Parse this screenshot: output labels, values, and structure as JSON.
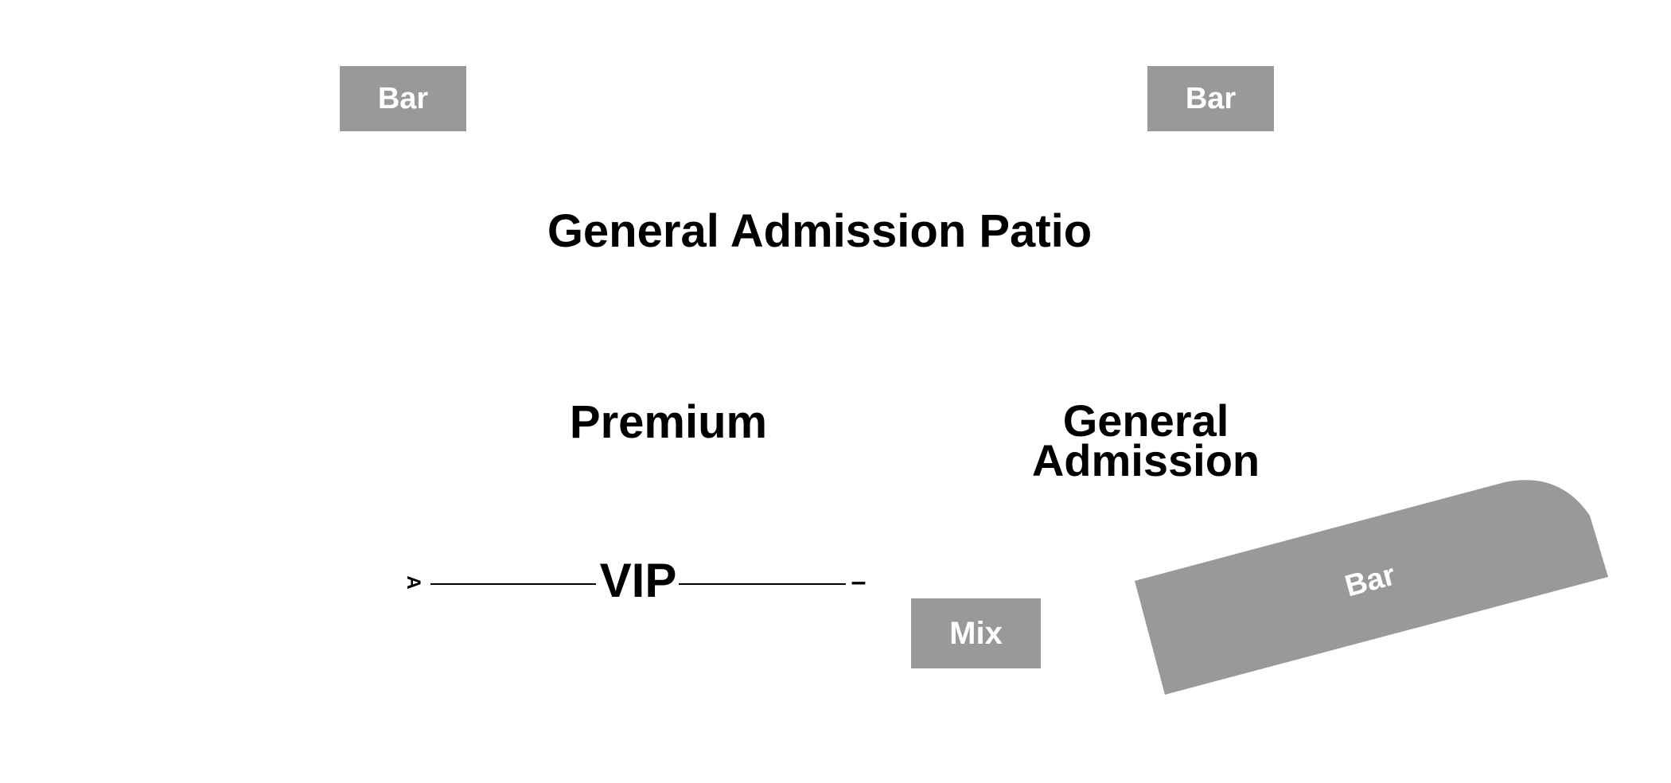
{
  "colors": {
    "bar_fill": "#999999",
    "bar_text": "#ffffff",
    "label_text": "#000000",
    "background": "#ffffff"
  },
  "bars": {
    "top_left": "Bar",
    "top_right": "Bar",
    "bottom_right": "Bar"
  },
  "mix": "Mix",
  "sections": {
    "patio": "General Admission Patio",
    "premium": "Premium",
    "general_line1": "General",
    "general_line2": "Admission",
    "vip": "VIP"
  },
  "stage_markers": {
    "left": "A",
    "right": "–"
  }
}
